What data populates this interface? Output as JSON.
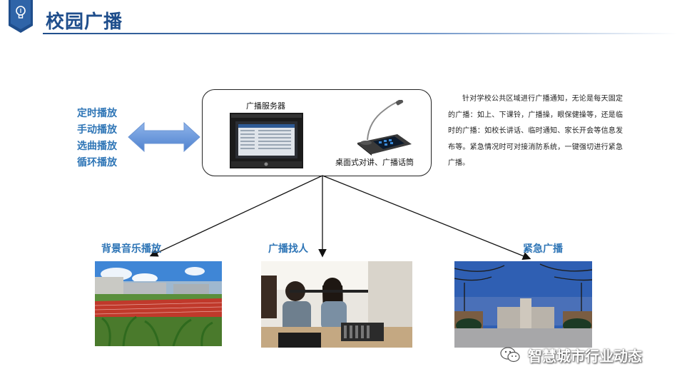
{
  "header": {
    "title": "校园广播",
    "badge_icon": "lightbulb-icon"
  },
  "modes": [
    "定时播放",
    "手动播放",
    "选曲播放",
    "循环播放"
  ],
  "server_box": {
    "server_label": "广播服务器",
    "mic_label": "桌面式对讲、广播话筒"
  },
  "description": "针对学校公共区域进行广播通知，无论是每天固定的广播：如上、下课铃，广播操，眼保健操等，还是临时的广播：如校长讲话、临时通知、家长开会等信息发布等。紧急情况时可对接消防系统，一键强切进行紧急广播。",
  "branches": [
    {
      "label": "背景音乐播放"
    },
    {
      "label": "广播找人"
    },
    {
      "label": "紧急广播"
    }
  ],
  "watermark": "智慧城市行业动态",
  "colors": {
    "title": "#1f4e8c",
    "accent": "#2e75b6",
    "arrow": "#5b8ed6"
  }
}
